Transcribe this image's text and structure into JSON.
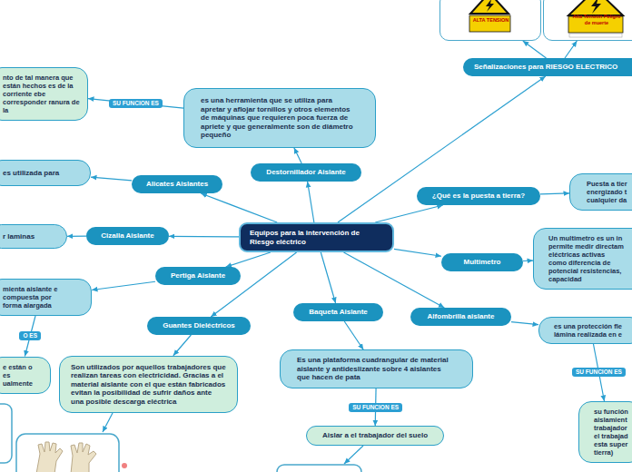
{
  "diagram": {
    "nodes": [
      {
        "text": [
          "Equipos para la intervención de Riesgo eléctrico"
        ]
      },
      {
        "text": [
          "Señalizaciones para RIESGO ELECTRICO"
        ]
      },
      {
        "text": [
          "ALTA TENSION"
        ]
      },
      {
        "text": [
          "Alta Tensión Peligro de muerte"
        ]
      },
      {
        "text": [
          "Destornillador Aislante"
        ]
      },
      {
        "text": [
          "es una herramienta que se utiliza para apretar y aflojar tornillos y otros elementos de máquinas que requieren poca fuerza de apriete y que generalmente son de diámetro pequeño"
        ]
      },
      {
        "text": [
          "nto de tal manera que están hechos es de la corriente ebe corresponder ranura de la"
        ]
      },
      {
        "text": [
          "¿Qué es la puesta a tierra?"
        ]
      },
      {
        "text": [
          "Puesta a tier energizado t cualquier da"
        ]
      },
      {
        "text": [
          "Alicates Aislantes"
        ]
      },
      {
        "text": [
          "es utilizada para"
        ]
      },
      {
        "text": [
          "Cizalla Aislante"
        ]
      },
      {
        "text": [
          "r laminas"
        ]
      },
      {
        "text": [
          "Multimetro"
        ]
      },
      {
        "text": [
          "Un multimetro es un in permite medir directam eléctricas activas como diferencia de potencial resistencias, capacidad"
        ]
      },
      {
        "text": [
          "Pertiga Aislante"
        ]
      },
      {
        "text": [
          "mienta aislante e compuesta por forma alargada"
        ]
      },
      {
        "text": [
          "e están o es ualmente"
        ]
      },
      {
        "text": [
          "Guantes Dieléctricos"
        ]
      },
      {
        "text": [
          "Son utilizados por aquellos trabajadores que realizan tareas con electricidad. Gracias a el material aislante con el que están fabricados evitan la posibilidad de sufrir daños ante una posible descarga eléctrica"
        ]
      },
      {
        "text": [
          "Baqueta Aislante"
        ]
      },
      {
        "text": [
          "Es una plataforma cuadrangular de material aislante y antideslizante sobre 4 aislantes que hacen de pata"
        ]
      },
      {
        "text": [
          "Aislar a el trabajador del suelo"
        ]
      },
      {
        "text": [
          "Alfombrilla aislante"
        ]
      },
      {
        "text": [
          "es una protección fle lámina realizada en e"
        ]
      },
      {
        "text": [
          "su función aislamient trabajador el trabajad esta super tierra)"
        ]
      }
    ],
    "edges": [
      {
        "from": 0,
        "to": 1,
        "arrow": "to"
      },
      {
        "from": 1,
        "to": 2,
        "arrow": "to"
      },
      {
        "from": 1,
        "to": 3,
        "arrow": "to"
      },
      {
        "from": 0,
        "to": 4,
        "arrow": "to"
      },
      {
        "from": 4,
        "to": 5,
        "arrow": "to"
      },
      {
        "from": 5,
        "to": 6,
        "label": "SU FUNCION ES",
        "arrow": "to"
      },
      {
        "from": 0,
        "to": 7,
        "arrow": "to"
      },
      {
        "from": 7,
        "to": 8,
        "arrow": "to"
      },
      {
        "from": 0,
        "to": 9,
        "arrow": "to"
      },
      {
        "from": 9,
        "to": 10,
        "arrow": "to"
      },
      {
        "from": 0,
        "to": 11,
        "arrow": "to"
      },
      {
        "from": 11,
        "to": 12,
        "arrow": "to"
      },
      {
        "from": 0,
        "to": 13,
        "arrow": "to"
      },
      {
        "from": 13,
        "to": 14,
        "arrow": "to"
      },
      {
        "from": 0,
        "to": 15,
        "arrow": "to"
      },
      {
        "from": 15,
        "to": 16,
        "arrow": "to"
      },
      {
        "from": 16,
        "to": 17,
        "label": "O ES",
        "arrow": "to"
      },
      {
        "from": 0,
        "to": 18,
        "arrow": "to"
      },
      {
        "from": 18,
        "to": 19,
        "arrow": "to"
      },
      {
        "from": 0,
        "to": 20,
        "arrow": "to"
      },
      {
        "from": 20,
        "to": 21,
        "arrow": "to"
      },
      {
        "from": 21,
        "to": 22,
        "label": "SU FUNCION ES",
        "arrow": "to"
      },
      {
        "from": 0,
        "to": 23,
        "arrow": "to"
      },
      {
        "from": 23,
        "to": 24,
        "arrow": "to"
      },
      {
        "from": 24,
        "to": 25,
        "label": "SU FUNCION ES",
        "arrow": "to"
      }
    ]
  }
}
